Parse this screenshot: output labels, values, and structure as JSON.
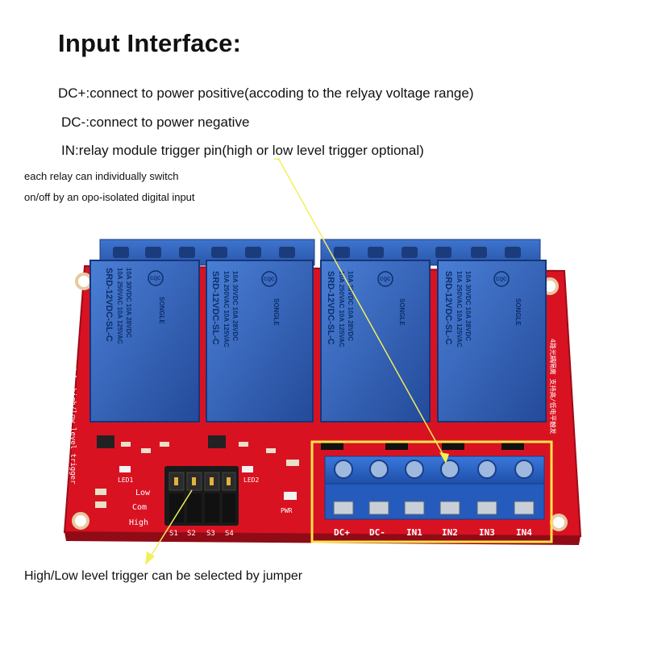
{
  "heading": "Input Interface:",
  "notes": {
    "dc_plus": "DC+:connect to power positive(accoding to the relyay voltage range)",
    "dc_minus": "DC-:connect to power negative",
    "in": "IN:relay module trigger pin(high or low level trigger optional)",
    "relay_note_1": "each relay can individually switch",
    "relay_note_2": "on/off by an opo-isolated digital input",
    "jumper_note": "High/Low level trigger can be selected by jumper"
  },
  "board": {
    "relay_model": "SRD-12VDC-SL-C",
    "relay_rating_1": "10A 250VAC  10A 125VAC",
    "relay_rating_2": "10A 30VDC  10A 28VDC",
    "relay_brand": "SONGLE",
    "cqc": "CQC",
    "silk_side": "4 relay module high/low level trigger",
    "silk_cn": "4路光耦隔离 支持高/低电平触发",
    "led1": "LED1",
    "led2": "LED2",
    "pwr": "PWR",
    "low": "Low",
    "com": "Com",
    "high": "High",
    "switches": [
      "S1",
      "S2",
      "S3",
      "S4"
    ],
    "terminals": [
      "DC+",
      "DC-",
      "IN1",
      "IN2",
      "IN3",
      "IN4"
    ]
  },
  "colors": {
    "pcb": "#d91222",
    "relay": "#2f5fb5",
    "terminal": "#2a63c4",
    "highlight": "#ffe24a",
    "arrow": "#f2ef5a"
  }
}
